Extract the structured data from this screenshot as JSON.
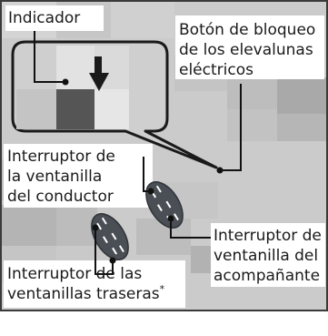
{
  "labels": {
    "indicator": "Indicador",
    "lock_button_1": "Botón de bloqueo",
    "lock_button_2": "de los elevalunas",
    "lock_button_3": "eléctricos",
    "driver_switch_1": "Interruptor de",
    "driver_switch_2": "la ventanilla",
    "driver_switch_3": "del conductor",
    "passenger_switch_1": "Interruptor de",
    "passenger_switch_2": "ventanilla del",
    "passenger_switch_3": "acompañante",
    "rear_switch_1": "Interruptor de las",
    "rear_switch_2": "ventanillas traseras"
  },
  "footnote_mark": "*",
  "colors": {
    "frame": "#3a3a3a",
    "background": "#c9c9c9",
    "label_bg": "#ffffff",
    "callout_fill": "#d0d0d0",
    "dark_panel": "#555555",
    "switch_body": "#4a4f55",
    "switch_line": "#ffffff",
    "leader_line": "#111111"
  },
  "icons": {
    "indicator_arrow": "down-arrow-icon"
  }
}
